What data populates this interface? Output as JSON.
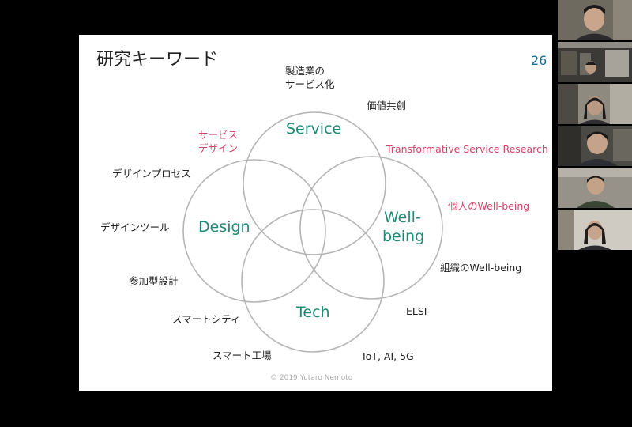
{
  "slide": {
    "title": "研究キーワード",
    "page_number": "26",
    "copyright": "© 2019 Yutaro Nemoto",
    "circles": {
      "service": "Service",
      "design": "Design",
      "wellbeing_line1": "Well-",
      "wellbeing_line2": "being",
      "tech": "Tech"
    },
    "keywords": {
      "manufacturing_service_line1": "製造業の",
      "manufacturing_service_line2": "サービス化",
      "value_cocreation": "価値共創",
      "service_design_line1": "サービス",
      "service_design_line2": "デザイン",
      "transformative_service_research": "Transformative Service Research",
      "design_process": "デザインプロセス",
      "personal_wellbeing": "個人のWell-being",
      "design_tool": "デザインツール",
      "organizational_wellbeing": "組織のWell-being",
      "participatory_design": "参加型設計",
      "elsi": "ELSI",
      "smart_city": "スマートシティ",
      "smart_factory": "スマート工場",
      "iot_ai_5g": "IoT, AI, 5G"
    },
    "colors": {
      "circle_label": "#1f8a77",
      "highlight": "#d2456a",
      "page_number": "#1a6f9a",
      "circle_stroke": "#b5b5b5"
    }
  },
  "participants": {
    "count": 6
  }
}
